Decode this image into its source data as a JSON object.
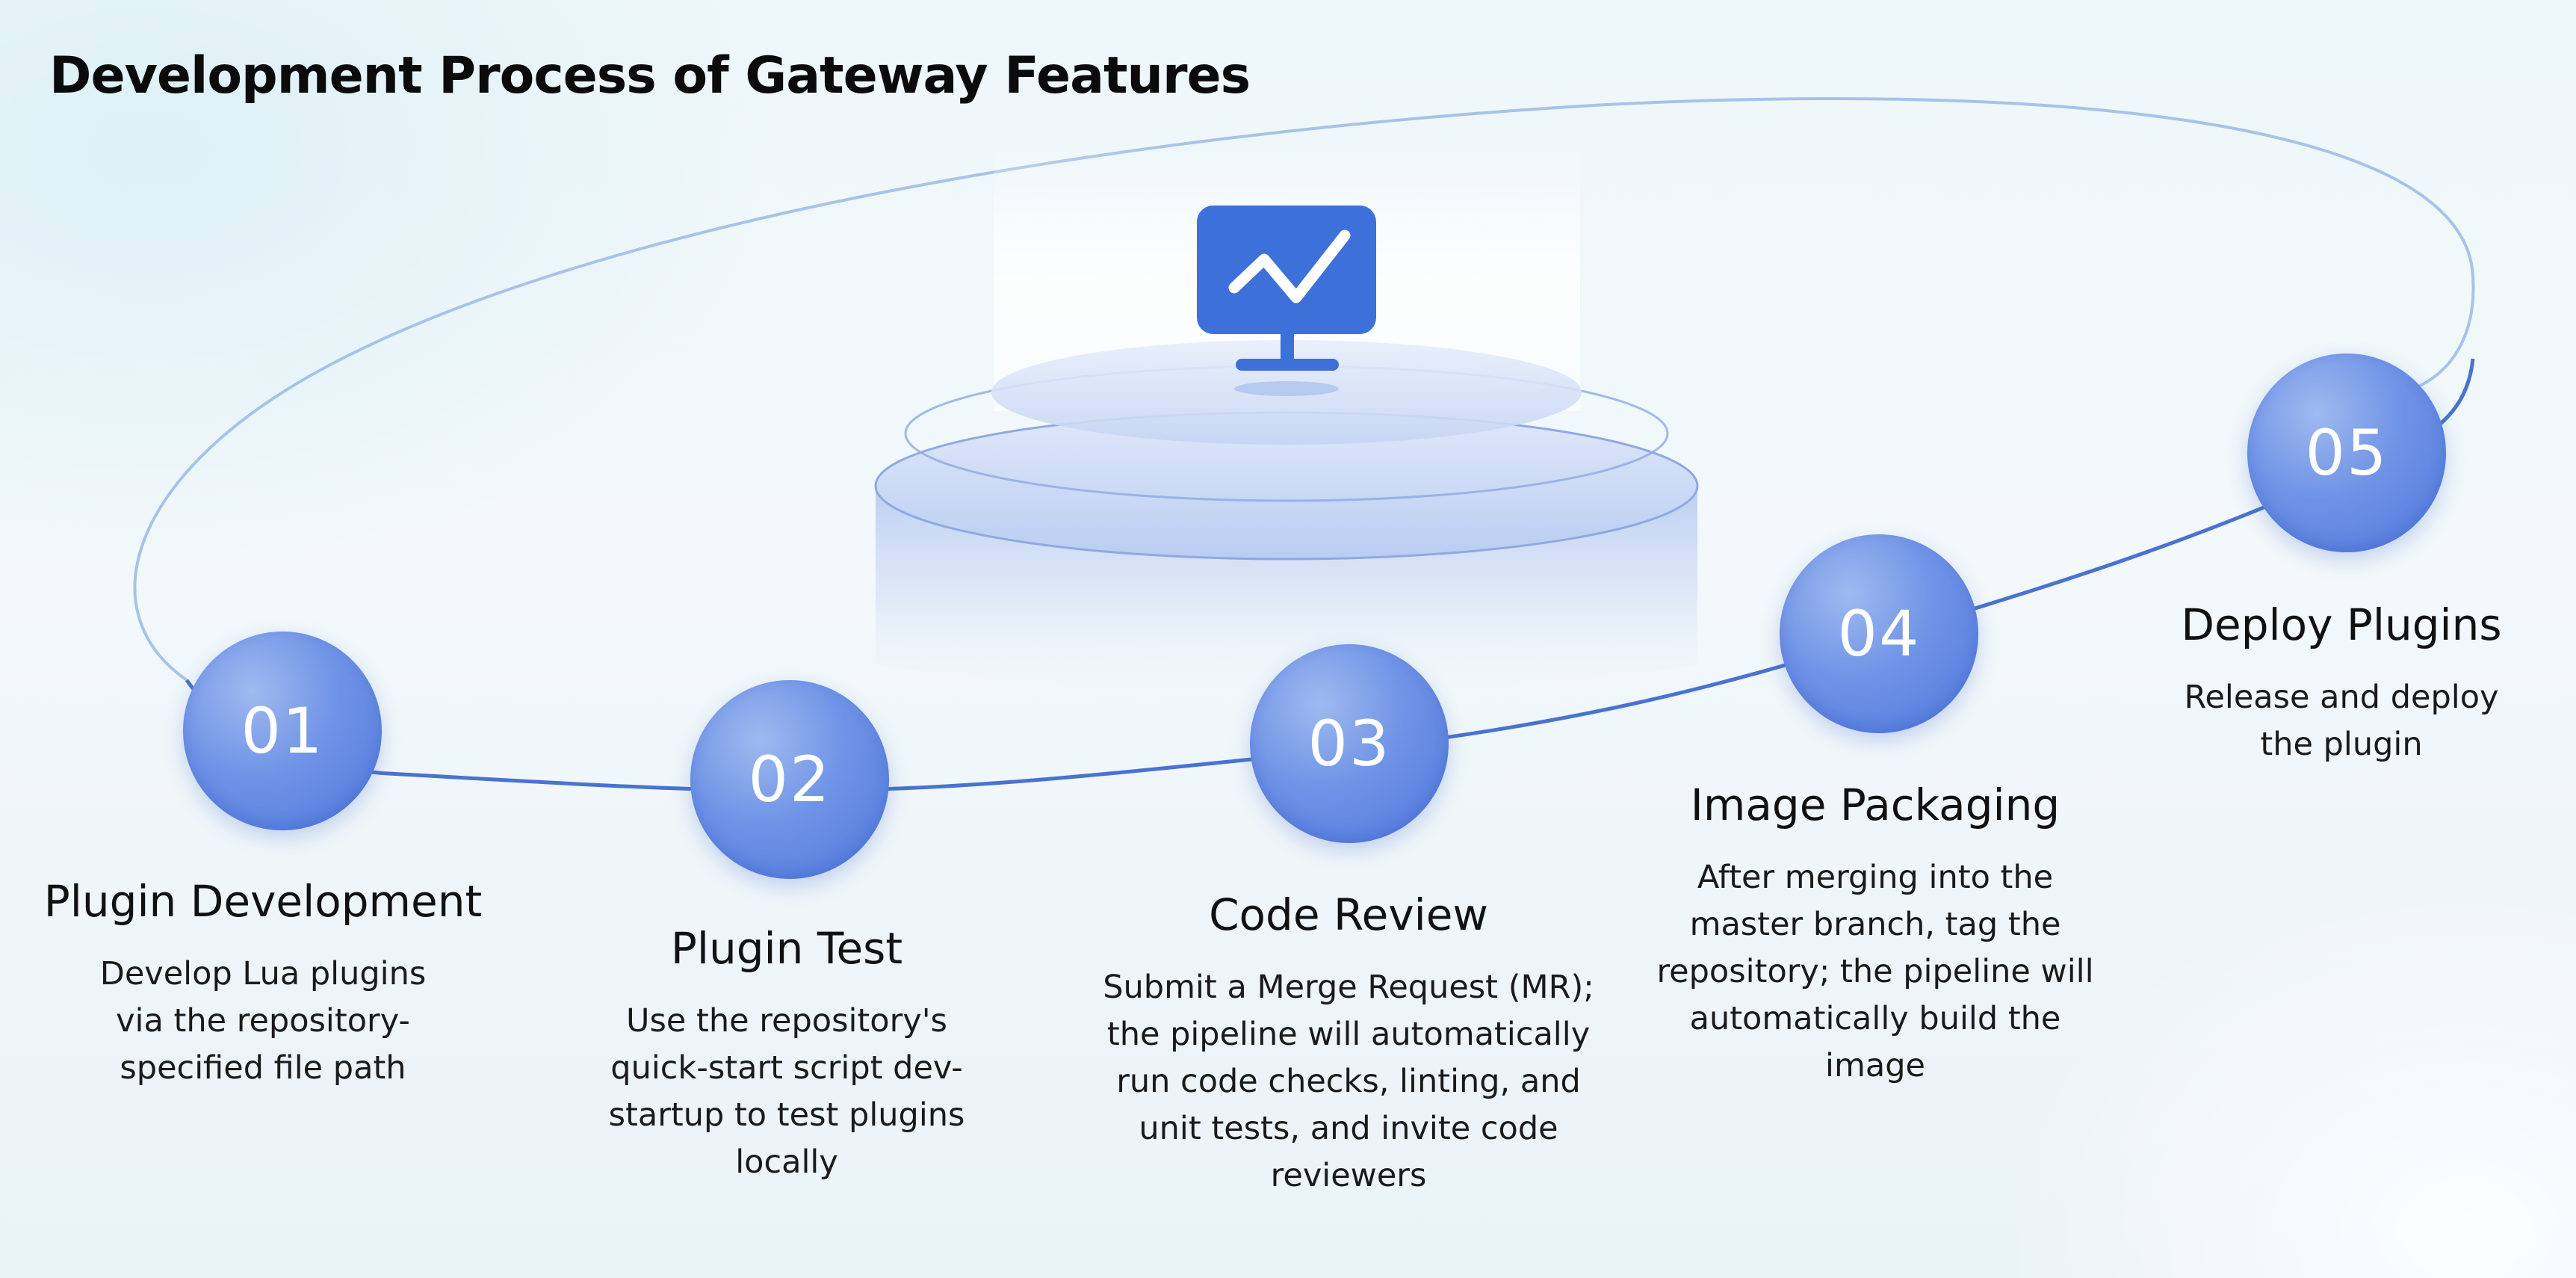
{
  "title": "Development Process of Gateway Features",
  "accent_color": "#4f78dc",
  "center_icon": "monitor-trend-icon",
  "steps": [
    {
      "number": "01",
      "title": "Plugin Development",
      "desc_lines": [
        "Develop Lua plugins",
        "via the repository-",
        "specified file path"
      ]
    },
    {
      "number": "02",
      "title": "Plugin Test",
      "desc_lines": [
        "Use the repository's",
        "quick-start script dev-",
        "startup to test plugins",
        "locally"
      ]
    },
    {
      "number": "03",
      "title": "Code Review",
      "desc_lines": [
        "Submit a Merge Request (MR);",
        "the pipeline will automatically",
        "run code checks, linting, and",
        "unit tests, and invite code",
        "reviewers"
      ]
    },
    {
      "number": "04",
      "title": "Image Packaging",
      "desc_lines": [
        "After merging into the",
        "master branch, tag the",
        "repository; the pipeline will",
        "automatically build the",
        "image"
      ]
    },
    {
      "number": "05",
      "title": "Deploy Plugins",
      "desc_lines": [
        "Release and deploy",
        "the plugin"
      ]
    }
  ]
}
